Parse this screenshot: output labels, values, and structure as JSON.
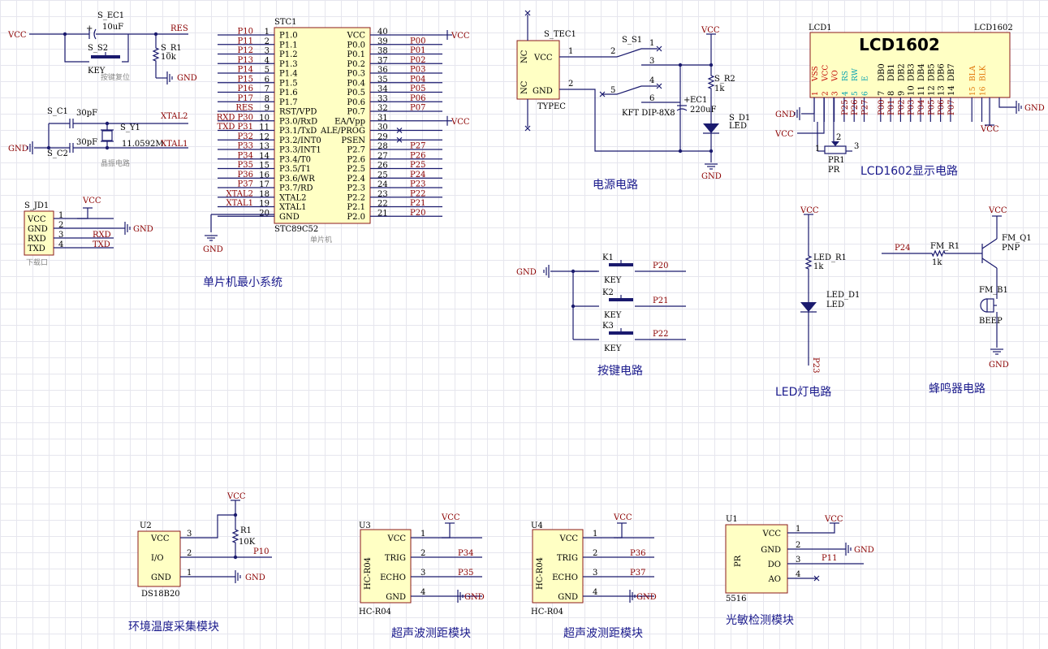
{
  "power": {
    "vcc": "VCC",
    "gnd": "GND",
    "res": "RES"
  },
  "reset": {
    "ec1": "S_EC1",
    "ec1_val": "10uF",
    "s2": "S_S2",
    "s2_type": "KEY",
    "r1": "S_R1",
    "r1_val": "10k",
    "caption": "按键复位"
  },
  "crystal": {
    "c1": "S_C1",
    "c1_val": "30pF",
    "c2": "S_C2",
    "c2_val": "30pF",
    "y1": "S_Y1",
    "y1_val": "11.0592M",
    "xtal1": "XTAL1",
    "xtal2": "XTAL2",
    "caption": "晶振电路"
  },
  "download": {
    "jd1": "S_JD1",
    "pins": [
      "VCC",
      "GND",
      "RXD",
      "TXD"
    ],
    "nums": [
      "1",
      "2",
      "3",
      "4"
    ],
    "nets": [
      "RXD",
      "TXD"
    ],
    "caption": "下载口"
  },
  "mcu": {
    "ref": "STC1",
    "part": "STC89C52",
    "sub": "单片机",
    "title": "单片机最小系统",
    "left_pins": [
      "P1.0",
      "P1.1",
      "P1.2",
      "P1.3",
      "P1.4",
      "P1.5",
      "P1.6",
      "P1.7",
      "RST/VPD",
      "P3.0/RxD",
      "P3.1/TxD",
      "P3.2/INT0",
      "P3.3/INT1",
      "P3.4/T0",
      "P3.5/T1",
      "P3.6/WR",
      "P3.7/RD",
      "XTAL2",
      "XTAL1",
      "GND"
    ],
    "left_nums": [
      "1",
      "2",
      "3",
      "4",
      "5",
      "6",
      "7",
      "8",
      "9",
      "10",
      "11",
      "12",
      "13",
      "14",
      "15",
      "16",
      "17",
      "18",
      "19",
      "20"
    ],
    "left_nets": [
      "P10",
      "P11",
      "P12",
      "P13",
      "P14",
      "P15",
      "P16",
      "P17",
      "RES",
      "RXD P30",
      "TXD P31",
      "P32",
      "P33",
      "P34",
      "P35",
      "P36",
      "P37",
      "XTAL2",
      "XTAL1",
      ""
    ],
    "right_pins": [
      "VCC",
      "P0.0",
      "P0.1",
      "P0.2",
      "P0.3",
      "P0.4",
      "P0.5",
      "P0.6",
      "P0.7",
      "EA/Vpp",
      "ALE/PROG",
      "PSEN",
      "P2.7",
      "P2.6",
      "P2.5",
      "P2.4",
      "P2.3",
      "P2.2",
      "P2.1",
      "P2.0"
    ],
    "right_nums": [
      "40",
      "39",
      "38",
      "37",
      "36",
      "35",
      "34",
      "33",
      "32",
      "31",
      "30",
      "29",
      "28",
      "27",
      "26",
      "25",
      "24",
      "23",
      "22",
      "21"
    ],
    "right_nets": [
      "VCC",
      "P00",
      "P01",
      "P02",
      "P03",
      "P04",
      "P05",
      "P06",
      "P07",
      "VCC",
      "",
      "",
      "P27",
      "P26",
      "P25",
      "P24",
      "P23",
      "P22",
      "P21",
      "P20"
    ]
  },
  "power_circuit": {
    "tec": "S_TEC1",
    "tec_part": "TYPEC",
    "nc": "NC",
    "vcc": "VCC",
    "gnd": "GND",
    "s1": "S_S1",
    "s1_part": "KFT DIP-8X8",
    "s1_pins": [
      "1",
      "2",
      "3",
      "4",
      "5",
      "6"
    ],
    "tec_pins": [
      "1",
      "2"
    ],
    "ec1": "EC1",
    "ec1_val": "220uF",
    "r2": "S_R2",
    "r2_val": "1k",
    "d1": "S_D1",
    "d1_val": "LED",
    "title": "电源电路"
  },
  "lcd": {
    "ref": "LCD1",
    "part": "LCD1602",
    "label": "LCD1602",
    "pins": [
      "VSS",
      "VCC",
      "VO",
      "RS",
      "RW",
      "E",
      "DB0",
      "DB1",
      "DB2",
      "DB3",
      "DB4",
      "DB5",
      "DB6",
      "DB7",
      "BLA",
      "BLK"
    ],
    "nums": [
      "1",
      "2",
      "3",
      "4",
      "5",
      "6",
      "7",
      "8",
      "9",
      "10",
      "11",
      "12",
      "13",
      "14",
      "15",
      "16"
    ],
    "nets": [
      "P25",
      "P26",
      "P27",
      "P00",
      "P01",
      "P02",
      "P03",
      "P04",
      "P05",
      "P06",
      "P07"
    ],
    "pr": "PR1",
    "pr_val": "PR",
    "pr_pins": [
      "1",
      "2",
      "3"
    ],
    "title": "LCD1602显示电路"
  },
  "keys": {
    "items": [
      {
        "ref": "K1",
        "net": "P20"
      },
      {
        "ref": "K2",
        "net": "P21"
      },
      {
        "ref": "K3",
        "net": "P22"
      }
    ],
    "type": "KEY",
    "title": "按键电路"
  },
  "led": {
    "r": "LED_R1",
    "r_val": "1k",
    "d": "LED_D1",
    "d_val": "LED",
    "net": "P23",
    "title": "LED灯电路"
  },
  "buzzer": {
    "net": "P24",
    "r": "FM_R1",
    "r_val": "1k",
    "q": "FM_Q1",
    "q_val": "PNP",
    "b": "FM_B1",
    "b_val": "BEEP",
    "title": "蜂鸣器电路"
  },
  "ds18b20": {
    "ref": "U2",
    "part": "DS18B20",
    "pins": [
      "VCC",
      "I/O",
      "GND"
    ],
    "nums": [
      "3",
      "2",
      "1"
    ],
    "r": "R1",
    "r_val": "10K",
    "net": "P10",
    "title": "环境温度采集模块"
  },
  "hc1": {
    "ref": "U3",
    "part": "HC-R04",
    "pins": [
      "VCC",
      "TRIG",
      "ECHO",
      "GND"
    ],
    "nums": [
      "1",
      "2",
      "3",
      "4"
    ],
    "nets": [
      "P34",
      "P35"
    ],
    "title": "超声波测距模块"
  },
  "hc2": {
    "ref": "U4",
    "part": "HC-R04",
    "pins": [
      "VCC",
      "TRIG",
      "ECHO",
      "GND"
    ],
    "nums": [
      "1",
      "2",
      "3",
      "4"
    ],
    "nets": [
      "P36",
      "P37"
    ],
    "title": "超声波测距模块"
  },
  "ldr": {
    "ref": "U1",
    "part": "5516",
    "inner": "PR",
    "pins": [
      "VCC",
      "GND",
      "DO",
      "AO"
    ],
    "nums": [
      "1",
      "2",
      "3",
      "4"
    ],
    "net": "P11",
    "title": "光敏检测模块"
  }
}
